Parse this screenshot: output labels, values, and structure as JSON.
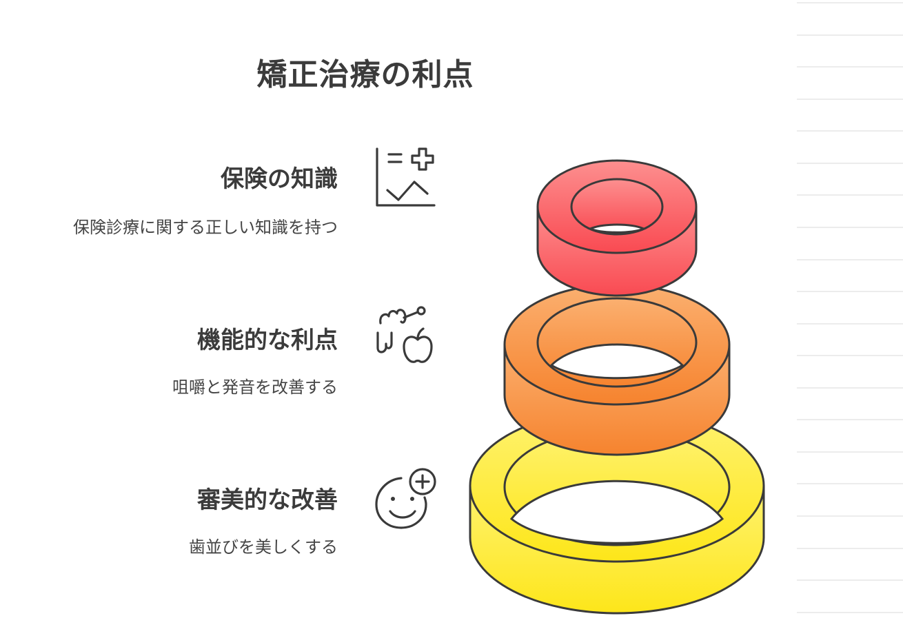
{
  "title": "矯正治療の利点",
  "items": [
    {
      "heading": "保険の知識",
      "description": "保険診療に関する正しい知識を持つ",
      "icon": "chart-medical-cross-icon",
      "ring_color_top": "#fd8f8f",
      "ring_color_bottom": "#f94a52"
    },
    {
      "heading": "機能的な利点",
      "description": "咀嚼と発音を改善する",
      "icon": "chewing-apple-icon",
      "ring_color_top": "#fbb070",
      "ring_color_bottom": "#f6832e"
    },
    {
      "heading": "審美的な改善",
      "description": "歯並びを美しくする",
      "icon": "smile-plus-icon",
      "ring_color_top": "#fff270",
      "ring_color_bottom": "#fde61a"
    }
  ],
  "colors": {
    "stroke": "#3a3a3a",
    "text": "#3b3b3b",
    "guide_line": "#ececec"
  }
}
